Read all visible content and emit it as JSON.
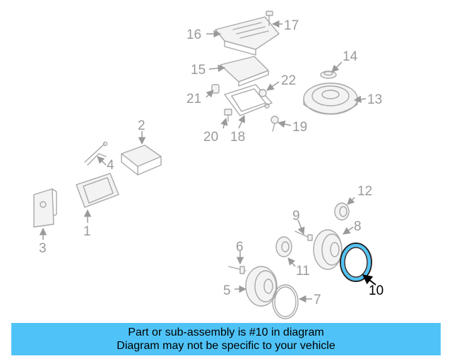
{
  "diagram": {
    "callouts": [
      "1",
      "2",
      "3",
      "4",
      "5",
      "6",
      "7",
      "8",
      "9",
      "10",
      "11",
      "12",
      "13",
      "14",
      "15",
      "16",
      "17",
      "18",
      "19",
      "20",
      "21",
      "22"
    ],
    "highlighted_part": "10",
    "highlight_color": "#4fc3f7"
  },
  "banner": {
    "line1": "Part or sub-assembly is #10 in diagram",
    "line2": "Diagram may not be specific to your vehicle",
    "background": "#4fc3f7"
  }
}
